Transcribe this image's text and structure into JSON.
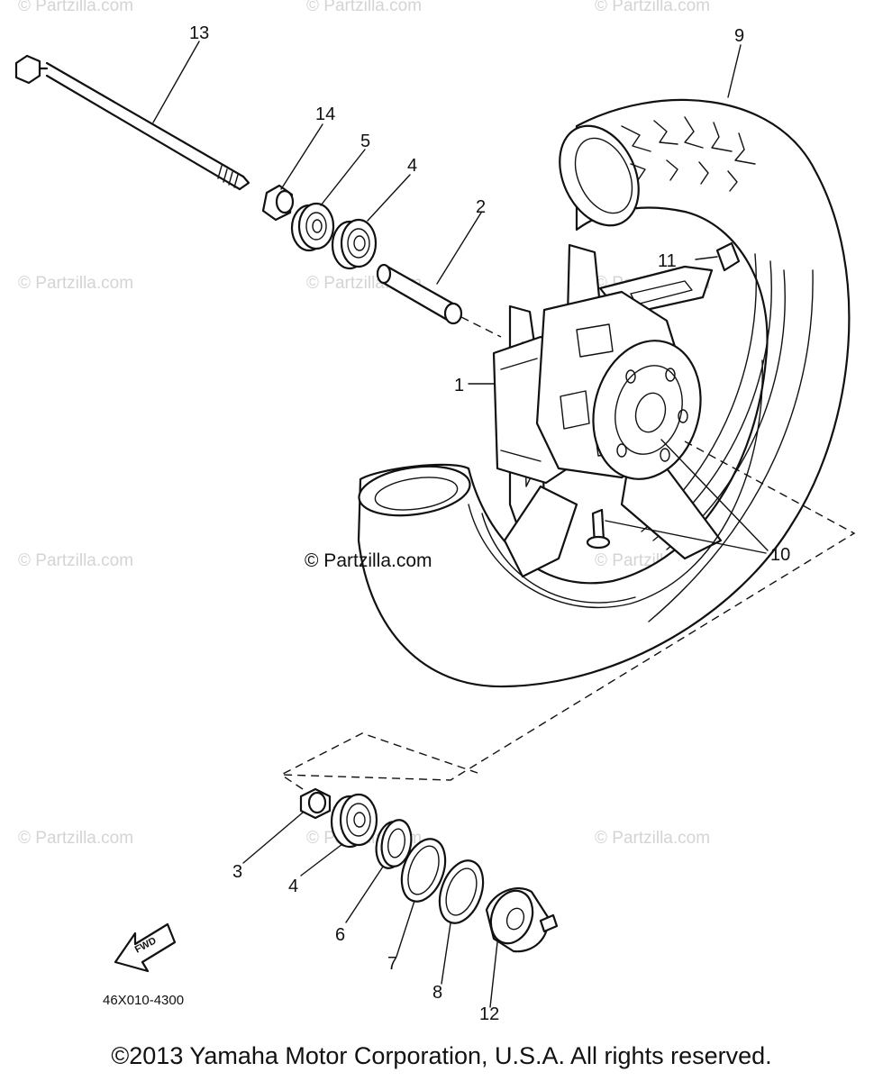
{
  "watermarks": [
    "© Partzilla.com",
    "© Partzilla.com",
    "© Partzilla.com",
    "© Partzilla.com",
    "© Partzilla.com",
    "© Partzilla.com",
    "© Partzilla.com",
    "© Partzilla.com",
    "© Partzilla.com",
    "© Partzilla.com",
    "© Partzilla.com"
  ],
  "center_watermark": "© Partzilla.com",
  "callouts": {
    "p1": "1",
    "p2": "2",
    "p3": "3",
    "p4a": "4",
    "p4b": "4",
    "p5": "5",
    "p6": "6",
    "p7": "7",
    "p8": "8",
    "p9": "9",
    "p10": "10",
    "p11": "11",
    "p12": "12",
    "p13": "13",
    "p14": "14"
  },
  "fwd_label": "FWD",
  "part_code": "46X010-4300",
  "copyright": "©2013 Yamaha Motor Corporation, U.S.A. All rights reserved."
}
